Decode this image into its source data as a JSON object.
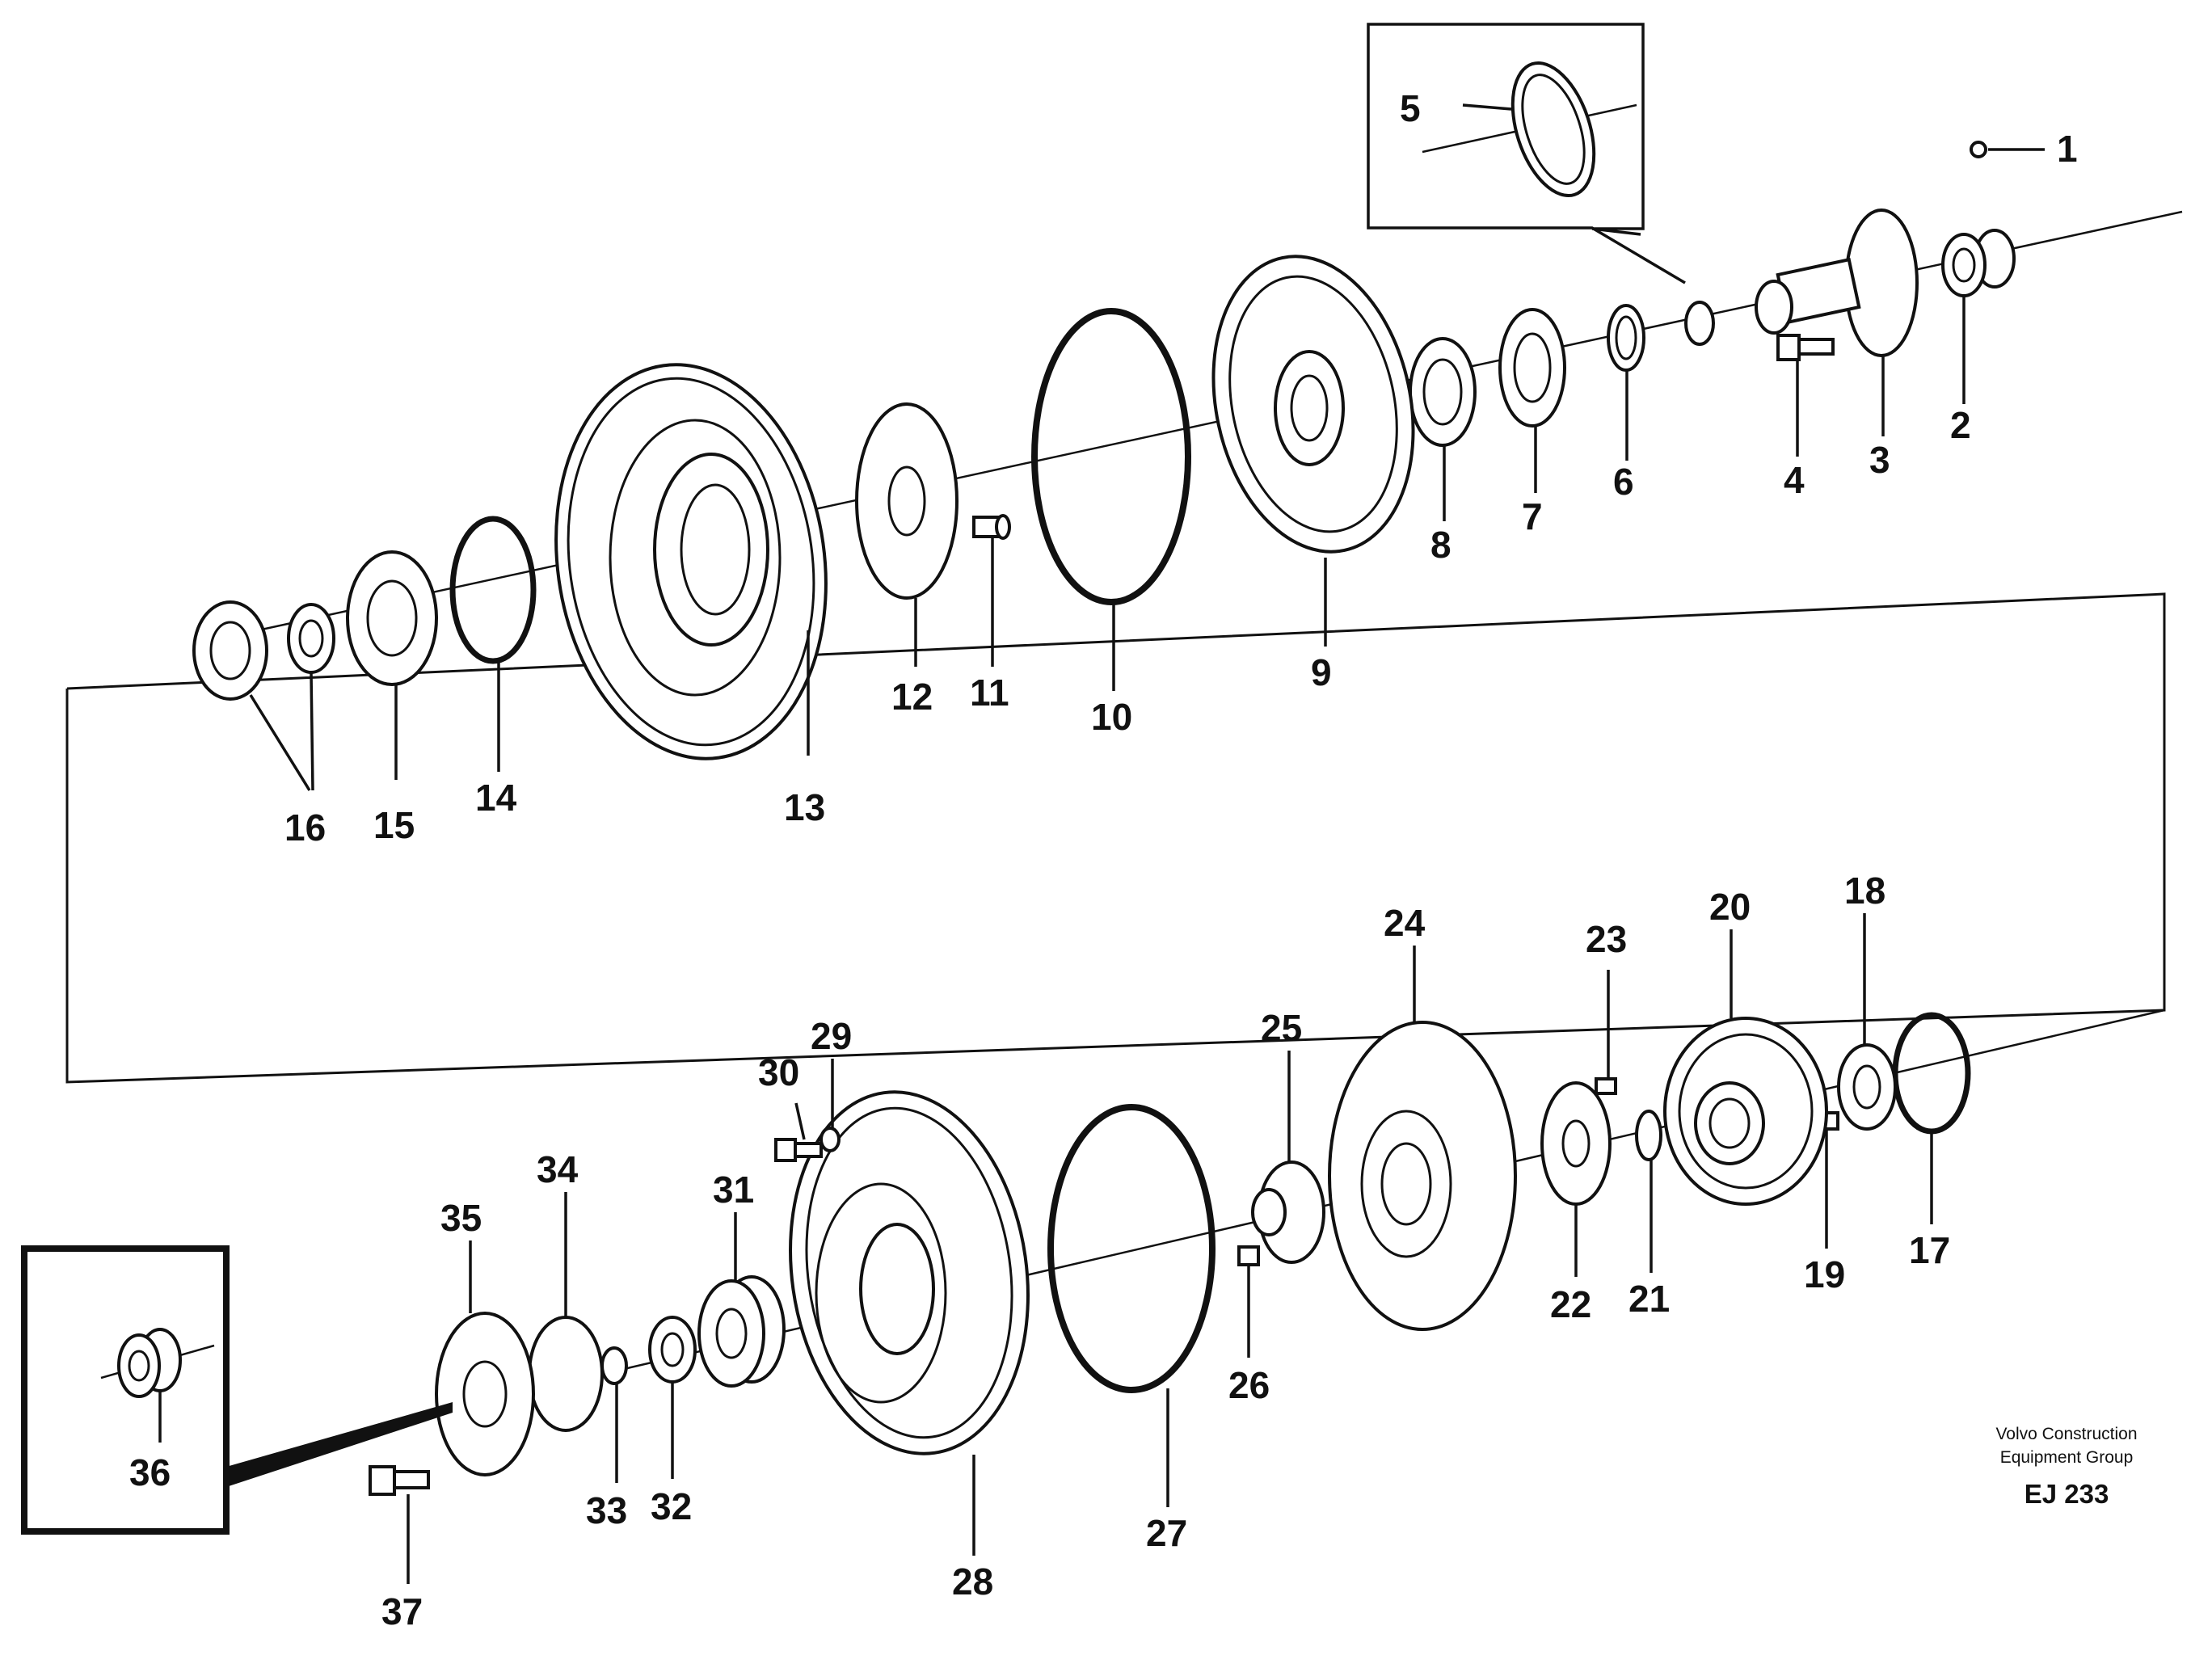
{
  "diagram": {
    "callouts": [
      "1",
      "2",
      "3",
      "4",
      "5",
      "6",
      "7",
      "8",
      "9",
      "10",
      "11",
      "12",
      "13",
      "14",
      "15",
      "16",
      "17",
      "18",
      "19",
      "20",
      "21",
      "22",
      "23",
      "24",
      "25",
      "26",
      "27",
      "28",
      "29",
      "30",
      "31",
      "32",
      "33",
      "34",
      "35",
      "36",
      "37"
    ],
    "footer": {
      "credit_line1": "Volvo Construction",
      "credit_line2": "Equipment Group",
      "figure_code": "EJ 233"
    }
  }
}
